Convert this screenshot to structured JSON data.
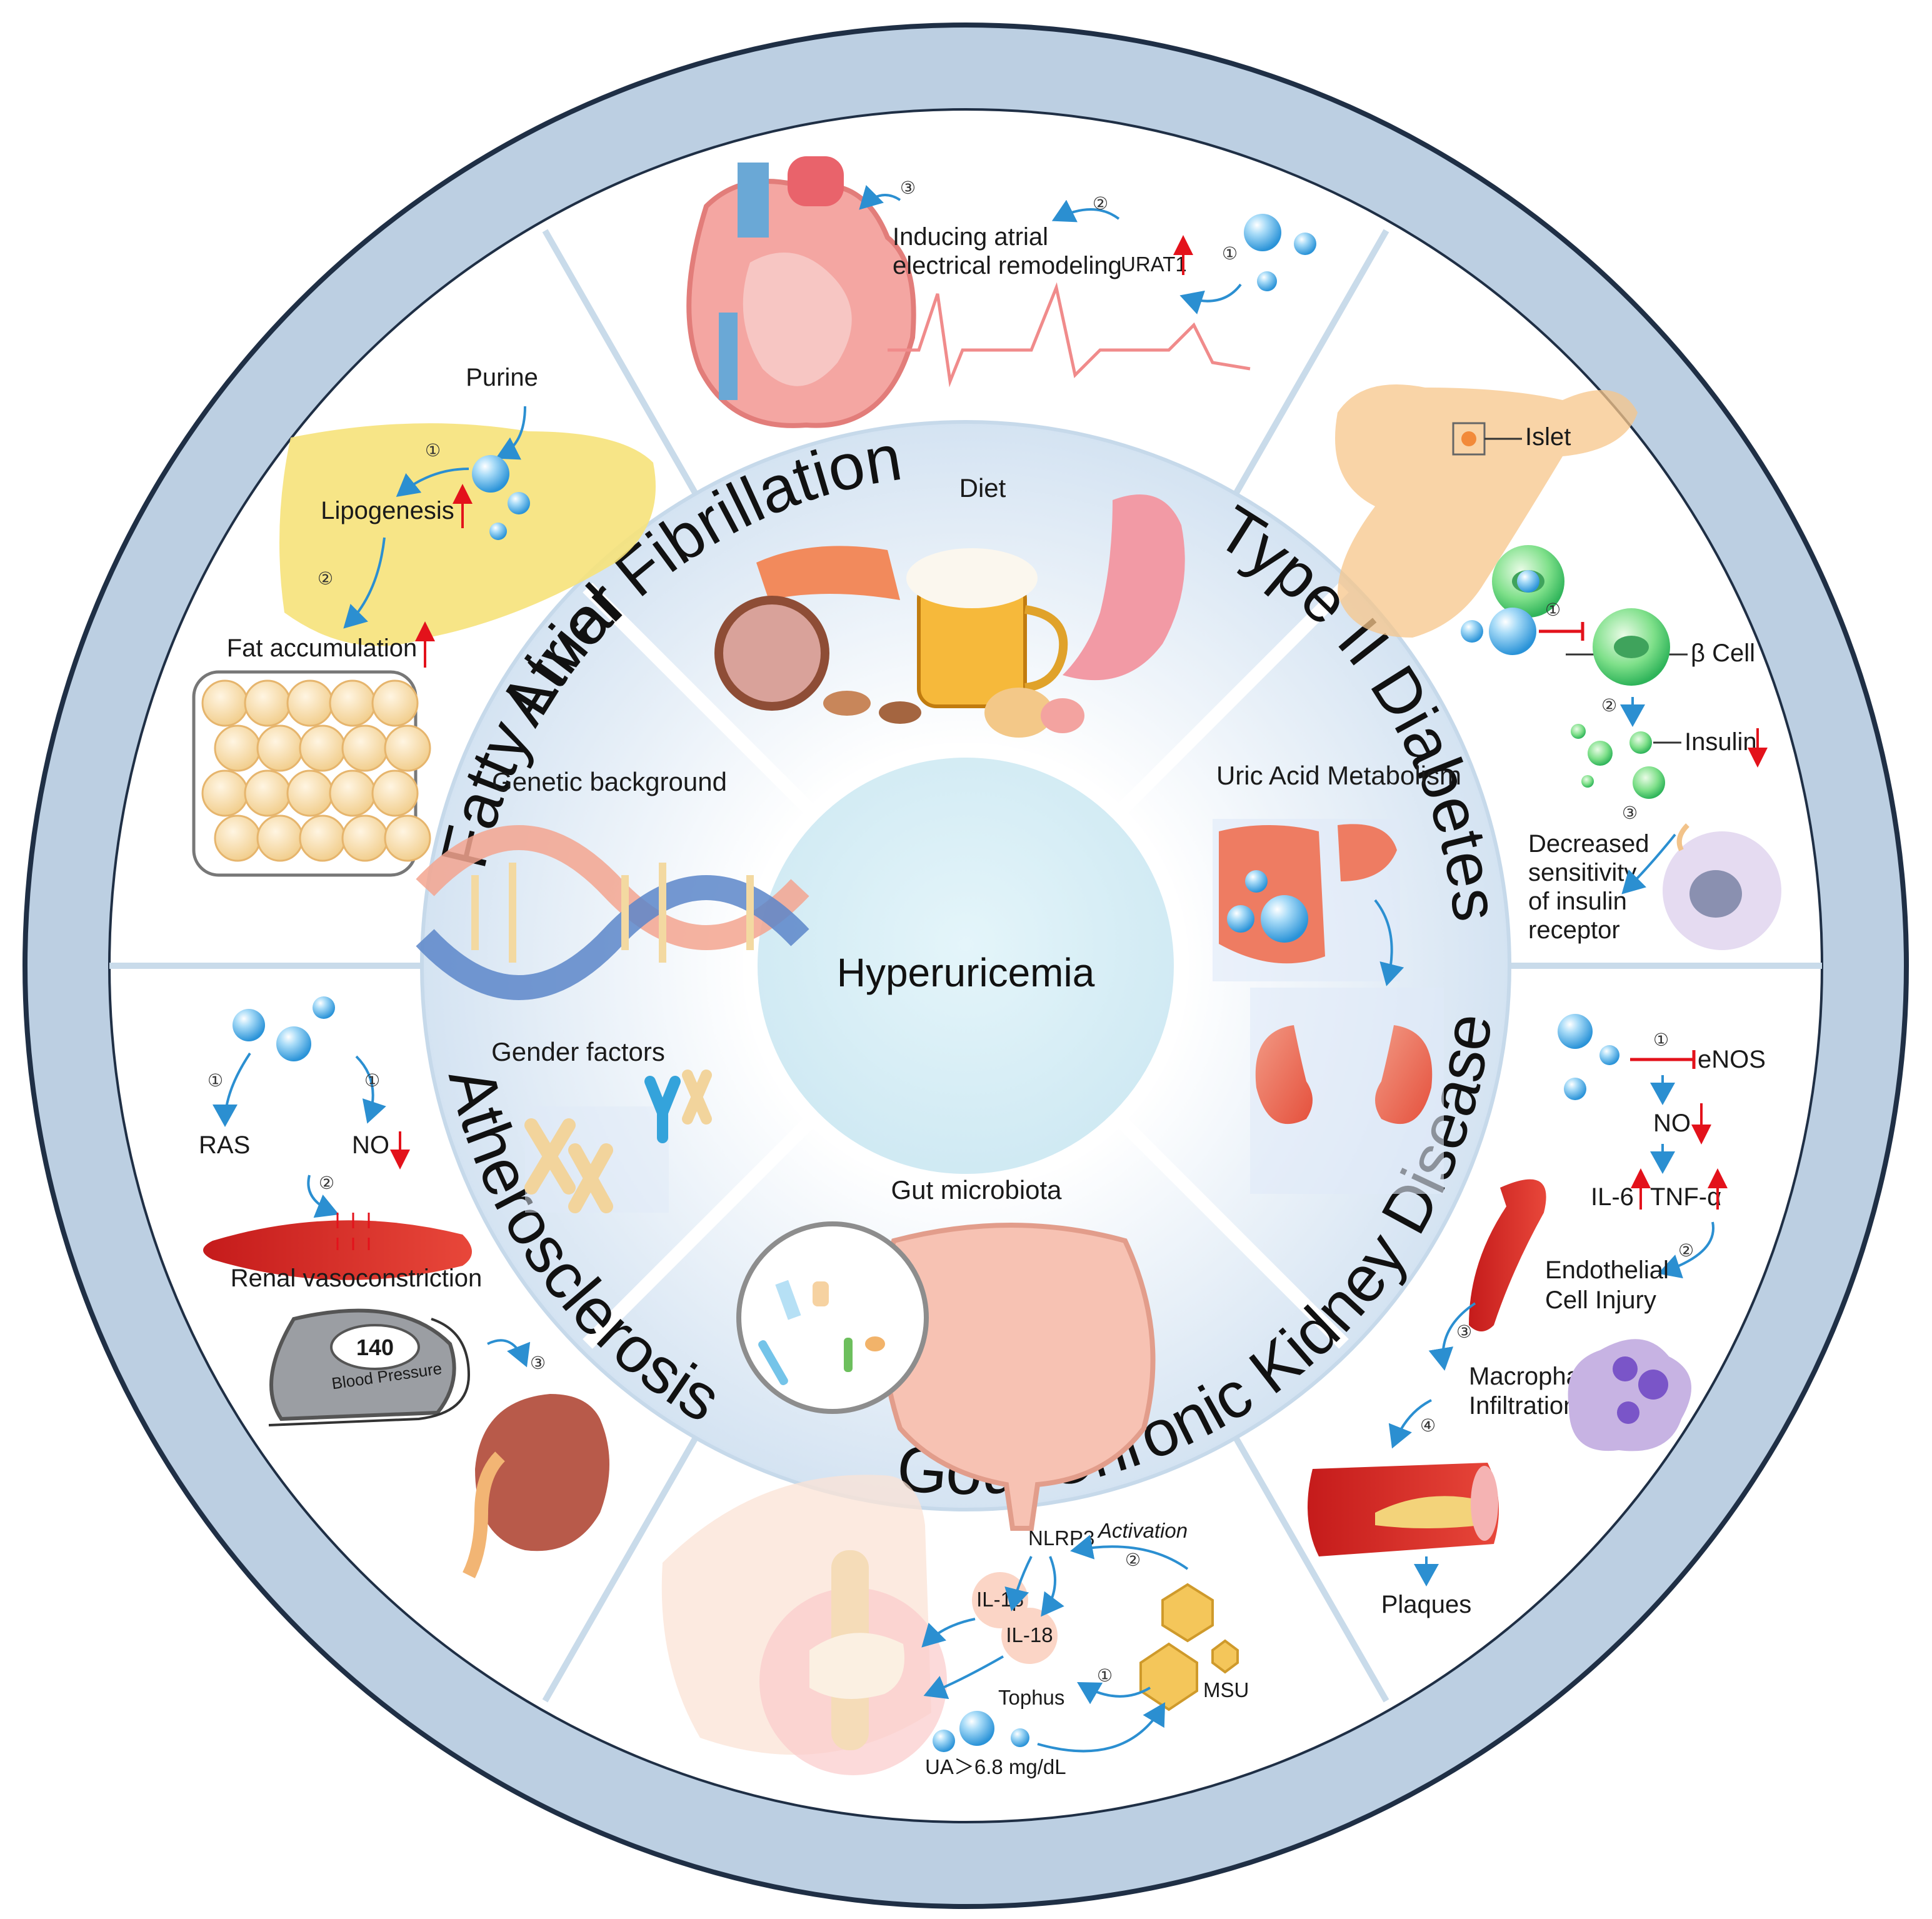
{
  "center": {
    "title": "Hyperuricemia"
  },
  "outer_ring": {
    "atrial": "Atrial Fibrillation",
    "diabetes": "Type II Diabetes",
    "ckd": "Chronic Kidney Disease",
    "gout": "Gout",
    "athero": "Atherosclerosis",
    "fatty": "Fatty Liver"
  },
  "inner_factors": {
    "diet": "Diet",
    "uric": "Uric Acid Metabolism",
    "gut": "Gut microbiota",
    "genetic": "Genetic background",
    "gender": "Gender factors"
  },
  "atrial_panel": {
    "line1": "Inducing atrial",
    "line2": "electrical remodeling",
    "urat1": "URAT1",
    "n1": "①",
    "n2": "②",
    "n3": "③"
  },
  "diabetes_panel": {
    "islet": "Islet",
    "beta_cell": "β Cell",
    "insulin": "Insulin",
    "decreased": [
      "Decreased",
      "sensitivity",
      "of insulin",
      "receptor"
    ],
    "n1": "①",
    "n2": "②",
    "n3": "③"
  },
  "ckd_panel": {
    "enos": "eNOS",
    "no": "NO",
    "il6": "IL-6",
    "tnf": "TNF-α",
    "endothelial": [
      "Endothelial",
      "Cell Injury"
    ],
    "macrophage": [
      "Macrophage",
      "Infiltration"
    ],
    "plaques": "Plaques",
    "n1": "①",
    "n2": "②",
    "n3": "③",
    "n4": "④"
  },
  "gout_panel": {
    "nlrp3": "NLRP3",
    "il1b": "IL-1β",
    "il18": "IL-18",
    "activation": "Activation",
    "tophus": "Tophus",
    "msu": "MSU",
    "ua": "UA＞6.8 mg/dL",
    "n1": "①",
    "n2": "②"
  },
  "athero_panel": {
    "ras": "RAS",
    "no": "NO",
    "renal": "Renal vasoconstriction",
    "bp_value": "140",
    "bp_label": "Blood Pressure",
    "n1": "①",
    "n2": "②",
    "n3": "③"
  },
  "fatty_panel": {
    "purine": "Purine",
    "lipogenesis": "Lipogenesis",
    "fat": "Fat accumulation",
    "n1": "①",
    "n2": "②"
  },
  "colors": {
    "ring": "#bccfe2",
    "ring_border": "#1f2f45",
    "inner_disc": "#d8e8f4",
    "center_disc": "#d6eef5",
    "up_arrow": "#e3121b",
    "flow_arrow": "#2b8fd1",
    "bubble": "#4aaee8"
  }
}
